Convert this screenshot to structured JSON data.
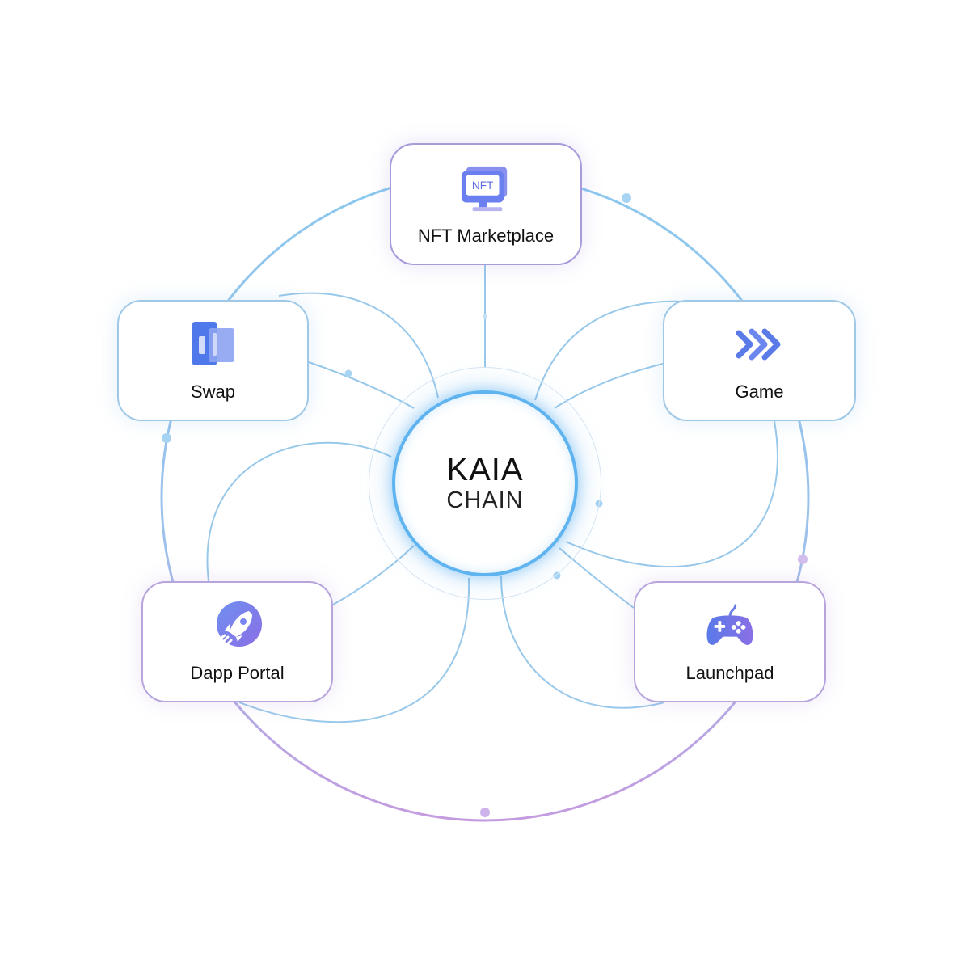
{
  "hub": {
    "title": "KAIA",
    "subtitle": "CHAIN"
  },
  "nodes": {
    "nft": {
      "label": "NFT Marketplace",
      "icon": "nft-monitor-icon",
      "icon_text": "NFT"
    },
    "swap": {
      "label": "Swap",
      "icon": "swap-cards-icon"
    },
    "game": {
      "label": "Game",
      "icon": "double-chevron-icon"
    },
    "dapp": {
      "label": "Dapp Portal",
      "icon": "rocket-icon"
    },
    "launch": {
      "label": "Launchpad",
      "icon": "gamepad-icon"
    }
  },
  "colors": {
    "ring_top": "#8cc8ee",
    "ring_bottom": "#c59be0",
    "connector": "#8fc4e8",
    "hub_border": "#5fb4f0",
    "icon_primary": "#5f7ae8",
    "icon_secondary": "#8a6fe6"
  }
}
